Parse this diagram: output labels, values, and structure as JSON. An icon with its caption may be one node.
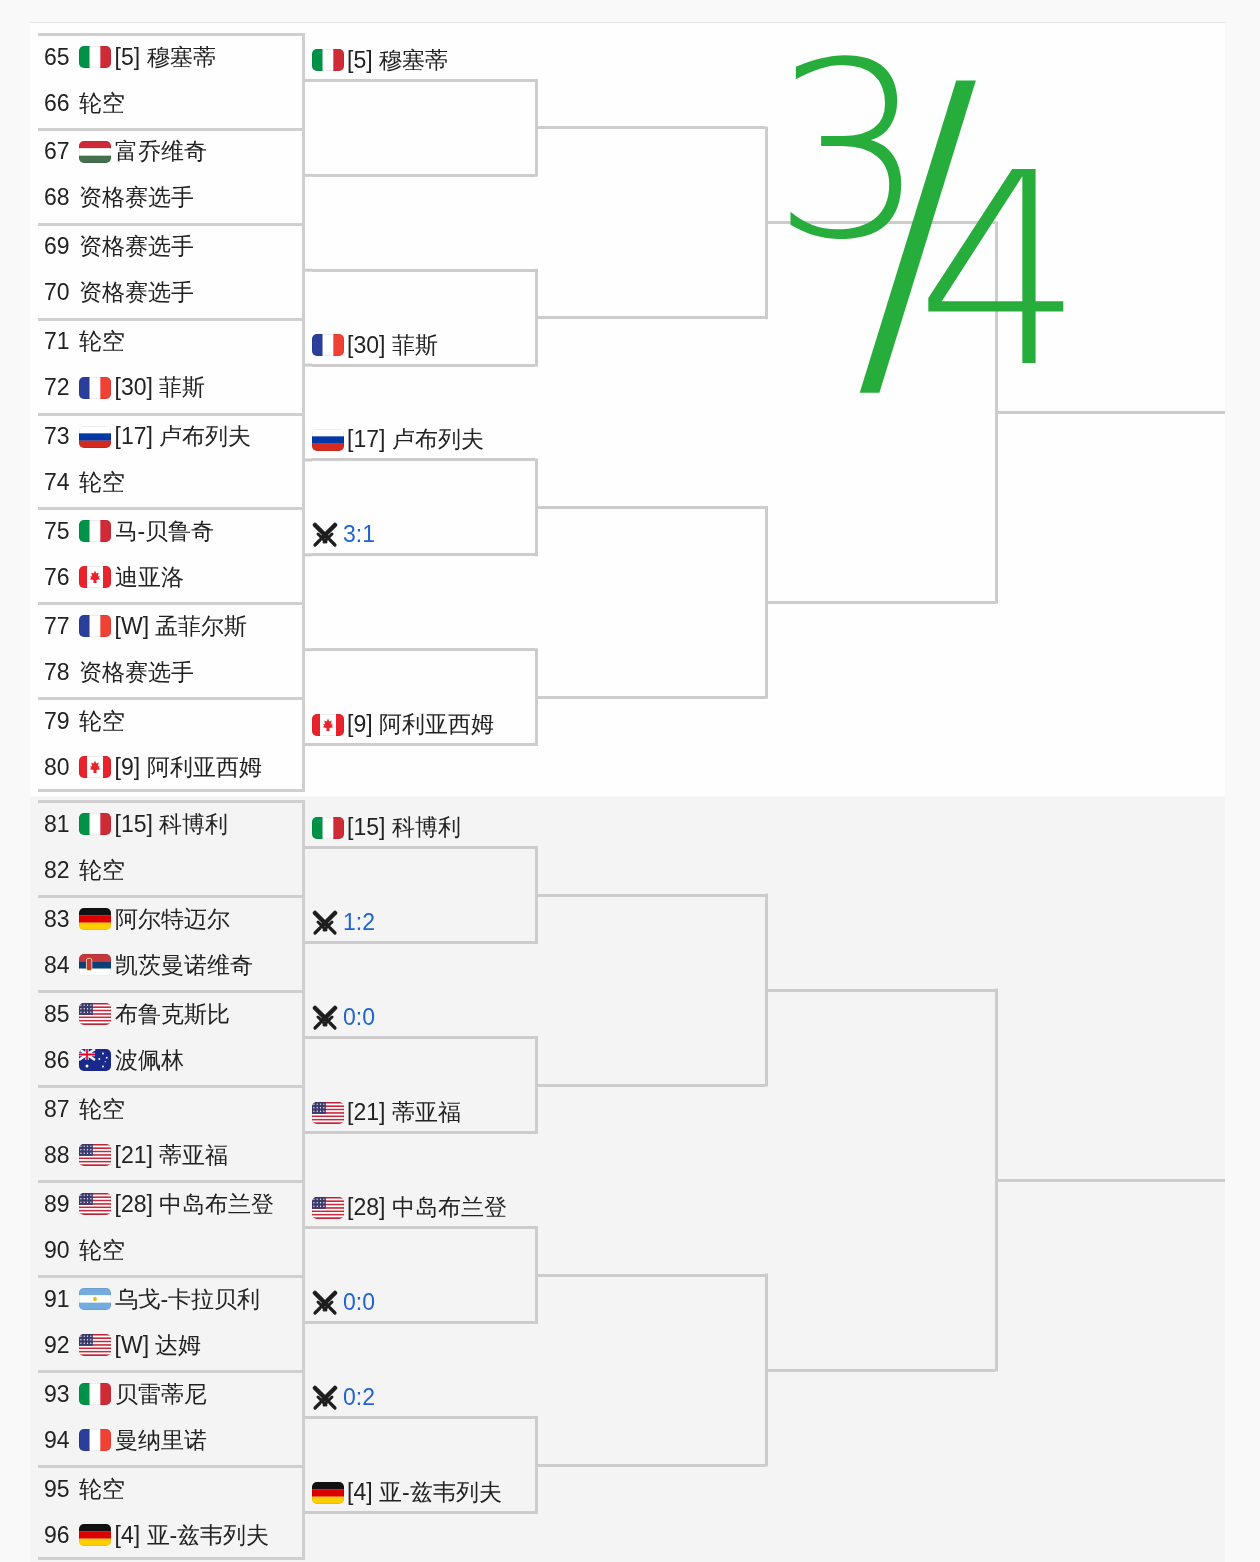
{
  "diagram": {
    "nodes": [
      {
        "text": [
          "65",
          "[5] 穆塞蒂",
          "66",
          "轮空"
        ]
      },
      {
        "text": [
          "67",
          "富乔维奇",
          "68",
          "资格赛选手"
        ]
      },
      {
        "text": [
          "69",
          "资格赛选手",
          "70",
          "资格赛选手"
        ]
      },
      {
        "text": [
          "71",
          "轮空",
          "72",
          "[30] 菲斯"
        ]
      },
      {
        "text": [
          "73",
          "[17] 卢布列夫",
          "74",
          "轮空"
        ]
      },
      {
        "text": [
          "75",
          "马-贝鲁奇",
          "76",
          "迪亚洛"
        ]
      },
      {
        "text": [
          "77",
          "[W] 孟菲尔斯",
          "78",
          "资格赛选手"
        ]
      },
      {
        "text": [
          "79",
          "轮空",
          "80",
          "[9] 阿利亚西姆"
        ]
      },
      {
        "text": [
          "81",
          "[15] 科博利",
          "82",
          "轮空"
        ]
      },
      {
        "text": [
          "83",
          "阿尔特迈尔",
          "84",
          "凯茨曼诺维奇"
        ]
      },
      {
        "text": [
          "85",
          "布鲁克斯比",
          "86",
          "波佩林"
        ]
      },
      {
        "text": [
          "87",
          "轮空",
          "88",
          "[21] 蒂亚福"
        ]
      },
      {
        "text": [
          "89",
          "[28] 中岛布兰登",
          "90",
          "轮空"
        ]
      },
      {
        "text": [
          "91",
          "乌戈-卡拉贝利",
          "92",
          "[W] 达姆"
        ]
      },
      {
        "text": [
          "93",
          "贝雷蒂尼",
          "94",
          "曼纳里诺"
        ]
      },
      {
        "text": [
          "95",
          "轮空",
          "96",
          "[4] 亚-兹韦列夫"
        ]
      },
      {
        "text": [
          "[5] 穆塞蒂"
        ]
      },
      {
        "text": [],
        "shape": "line"
      },
      {
        "text": [],
        "shape": "line"
      },
      {
        "text": [
          "[30] 菲斯"
        ]
      },
      {
        "text": [
          "[17] 卢布列夫"
        ]
      },
      {
        "text": [
          "3:1"
        ]
      },
      {
        "text": [],
        "shape": "line"
      },
      {
        "text": [
          "[9] 阿利亚西姆"
        ]
      },
      {
        "text": [
          "[15] 科博利"
        ]
      },
      {
        "text": [
          "1:2"
        ]
      },
      {
        "text": [
          "0:0"
        ]
      },
      {
        "text": [
          "[21] 蒂亚福"
        ]
      },
      {
        "text": [
          "[28] 中岛布兰登"
        ]
      },
      {
        "text": [
          "0:0"
        ]
      },
      {
        "text": [
          "0:2"
        ]
      },
      {
        "text": [
          "[4] 亚-兹韦列夫"
        ]
      },
      {
        "text": [],
        "shape": "line"
      },
      {
        "text": [],
        "shape": "line"
      },
      {
        "text": [],
        "shape": "line"
      },
      {
        "text": [],
        "shape": "line"
      },
      {
        "text": [],
        "shape": "line"
      },
      {
        "text": [],
        "shape": "line"
      },
      {
        "text": [],
        "shape": "line"
      },
      {
        "text": [],
        "shape": "line"
      },
      {
        "text": [],
        "shape": "line"
      },
      {
        "text": [],
        "shape": "line"
      },
      {
        "text": [],
        "shape": "line"
      },
      {
        "text": [],
        "shape": "line"
      },
      {
        "text": [],
        "shape": "line"
      },
      {
        "text": [],
        "shape": "line"
      }
    ],
    "edges": [
      {
        "from": 0,
        "to": 16,
        "arrow": "none"
      },
      {
        "from": 1,
        "to": 17,
        "arrow": "none"
      },
      {
        "from": 2,
        "to": 18,
        "arrow": "none"
      },
      {
        "from": 3,
        "to": 19,
        "arrow": "none"
      },
      {
        "from": 4,
        "to": 20,
        "arrow": "none"
      },
      {
        "from": 5,
        "to": 21,
        "arrow": "none"
      },
      {
        "from": 6,
        "to": 22,
        "arrow": "none"
      },
      {
        "from": 7,
        "to": 23,
        "arrow": "none"
      },
      {
        "from": 8,
        "to": 24,
        "arrow": "none"
      },
      {
        "from": 9,
        "to": 25,
        "arrow": "none"
      },
      {
        "from": 10,
        "to": 26,
        "arrow": "none"
      },
      {
        "from": 11,
        "to": 27,
        "arrow": "none"
      },
      {
        "from": 12,
        "to": 28,
        "arrow": "none"
      },
      {
        "from": 13,
        "to": 29,
        "arrow": "none"
      },
      {
        "from": 14,
        "to": 30,
        "arrow": "none"
      },
      {
        "from": 15,
        "to": 31,
        "arrow": "none"
      },
      {
        "from": 16,
        "to": 32,
        "arrow": "none"
      },
      {
        "from": 17,
        "to": 32,
        "arrow": "none"
      },
      {
        "from": 18,
        "to": 33,
        "arrow": "none"
      },
      {
        "from": 19,
        "to": 33,
        "arrow": "none"
      },
      {
        "from": 20,
        "to": 34,
        "arrow": "none"
      },
      {
        "from": 21,
        "to": 34,
        "arrow": "none"
      },
      {
        "from": 22,
        "to": 35,
        "arrow": "none"
      },
      {
        "from": 23,
        "to": 35,
        "arrow": "none"
      },
      {
        "from": 24,
        "to": 36,
        "arrow": "none"
      },
      {
        "from": 25,
        "to": 36,
        "arrow": "none"
      },
      {
        "from": 26,
        "to": 37,
        "arrow": "none"
      },
      {
        "from": 27,
        "to": 37,
        "arrow": "none"
      },
      {
        "from": 28,
        "to": 38,
        "arrow": "none"
      },
      {
        "from": 29,
        "to": 38,
        "arrow": "none"
      },
      {
        "from": 30,
        "to": 39,
        "arrow": "none"
      },
      {
        "from": 31,
        "to": 39,
        "arrow": "none"
      },
      {
        "from": 32,
        "to": 40,
        "arrow": "none"
      },
      {
        "from": 33,
        "to": 40,
        "arrow": "none"
      },
      {
        "from": 34,
        "to": 41,
        "arrow": "none"
      },
      {
        "from": 35,
        "to": 41,
        "arrow": "none"
      },
      {
        "from": 36,
        "to": 42,
        "arrow": "none"
      },
      {
        "from": 37,
        "to": 42,
        "arrow": "none"
      },
      {
        "from": 38,
        "to": 43,
        "arrow": "none"
      },
      {
        "from": 39,
        "to": 43,
        "arrow": "none"
      },
      {
        "from": 40,
        "to": 44,
        "arrow": "none"
      },
      {
        "from": 41,
        "to": 44,
        "arrow": "none"
      },
      {
        "from": 42,
        "to": 45,
        "arrow": "none"
      },
      {
        "from": 43,
        "to": 45,
        "arrow": "none"
      }
    ],
    "labels": [
      "$^{3}$/$_{4}$"
    ]
  }
}
